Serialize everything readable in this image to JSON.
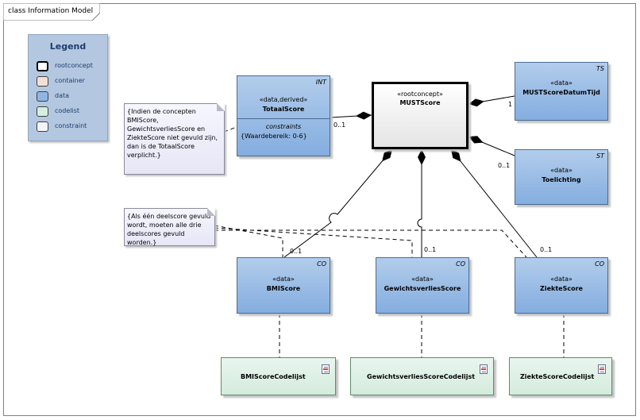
{
  "frame": {
    "title": "class Information Model"
  },
  "legend": {
    "title": "Legend",
    "items": [
      {
        "label": "rootconcept",
        "color": "#ffffff",
        "strong": true
      },
      {
        "label": "container",
        "color": "#f5dfd4"
      },
      {
        "label": "data",
        "color": "#8fb6e3"
      },
      {
        "label": "codelist",
        "color": "#d6eedf"
      },
      {
        "label": "constraint",
        "color": "#f4f4ff"
      }
    ]
  },
  "root": {
    "stereotype": "«rootconcept»",
    "name": "MUSTScore"
  },
  "classes": {
    "totaal": {
      "type": "INT",
      "stereotype": "«data,derived»",
      "name": "TotaalScore",
      "section": "constraints",
      "constraint": "{Waardebereik: 0-6}"
    },
    "datum": {
      "type": "TS",
      "stereotype": "«data»",
      "name": "MUSTScoreDatumTijd"
    },
    "toelichting": {
      "type": "ST",
      "stereotype": "«data»",
      "name": "Toelichting"
    },
    "bmi": {
      "type": "CO",
      "stereotype": "«data»",
      "name": "BMIScore"
    },
    "gewicht": {
      "type": "CO",
      "stereotype": "«data»",
      "name": "GewichtsverliesScore"
    },
    "ziekte": {
      "type": "CO",
      "stereotype": "«data»",
      "name": "ZiekteScore"
    }
  },
  "codelists": {
    "bmi": "BMIScoreCodelijst",
    "gewicht": "GewichtsverliesScoreCodelijst",
    "ziekte": "ZiekteScoreCodelijst"
  },
  "notes": {
    "totaal": [
      "{Indien de concepten",
      "BMIScore,",
      "GewichtsverliesScore en",
      "ZiekteScore niet gevuld zijn,",
      "dan is de TotaalScore",
      "verplicht.}"
    ],
    "deelscore": [
      "{Als één deelscore gevuld",
      "wordt, moeten alle drie",
      "deelscores gevuld worden.}"
    ]
  },
  "multiplicities": {
    "totaal": "0..1",
    "datum": "1",
    "toelichting": "0..1",
    "bmi": "0..1",
    "gewicht": "0..1",
    "ziekte": "0..1"
  }
}
